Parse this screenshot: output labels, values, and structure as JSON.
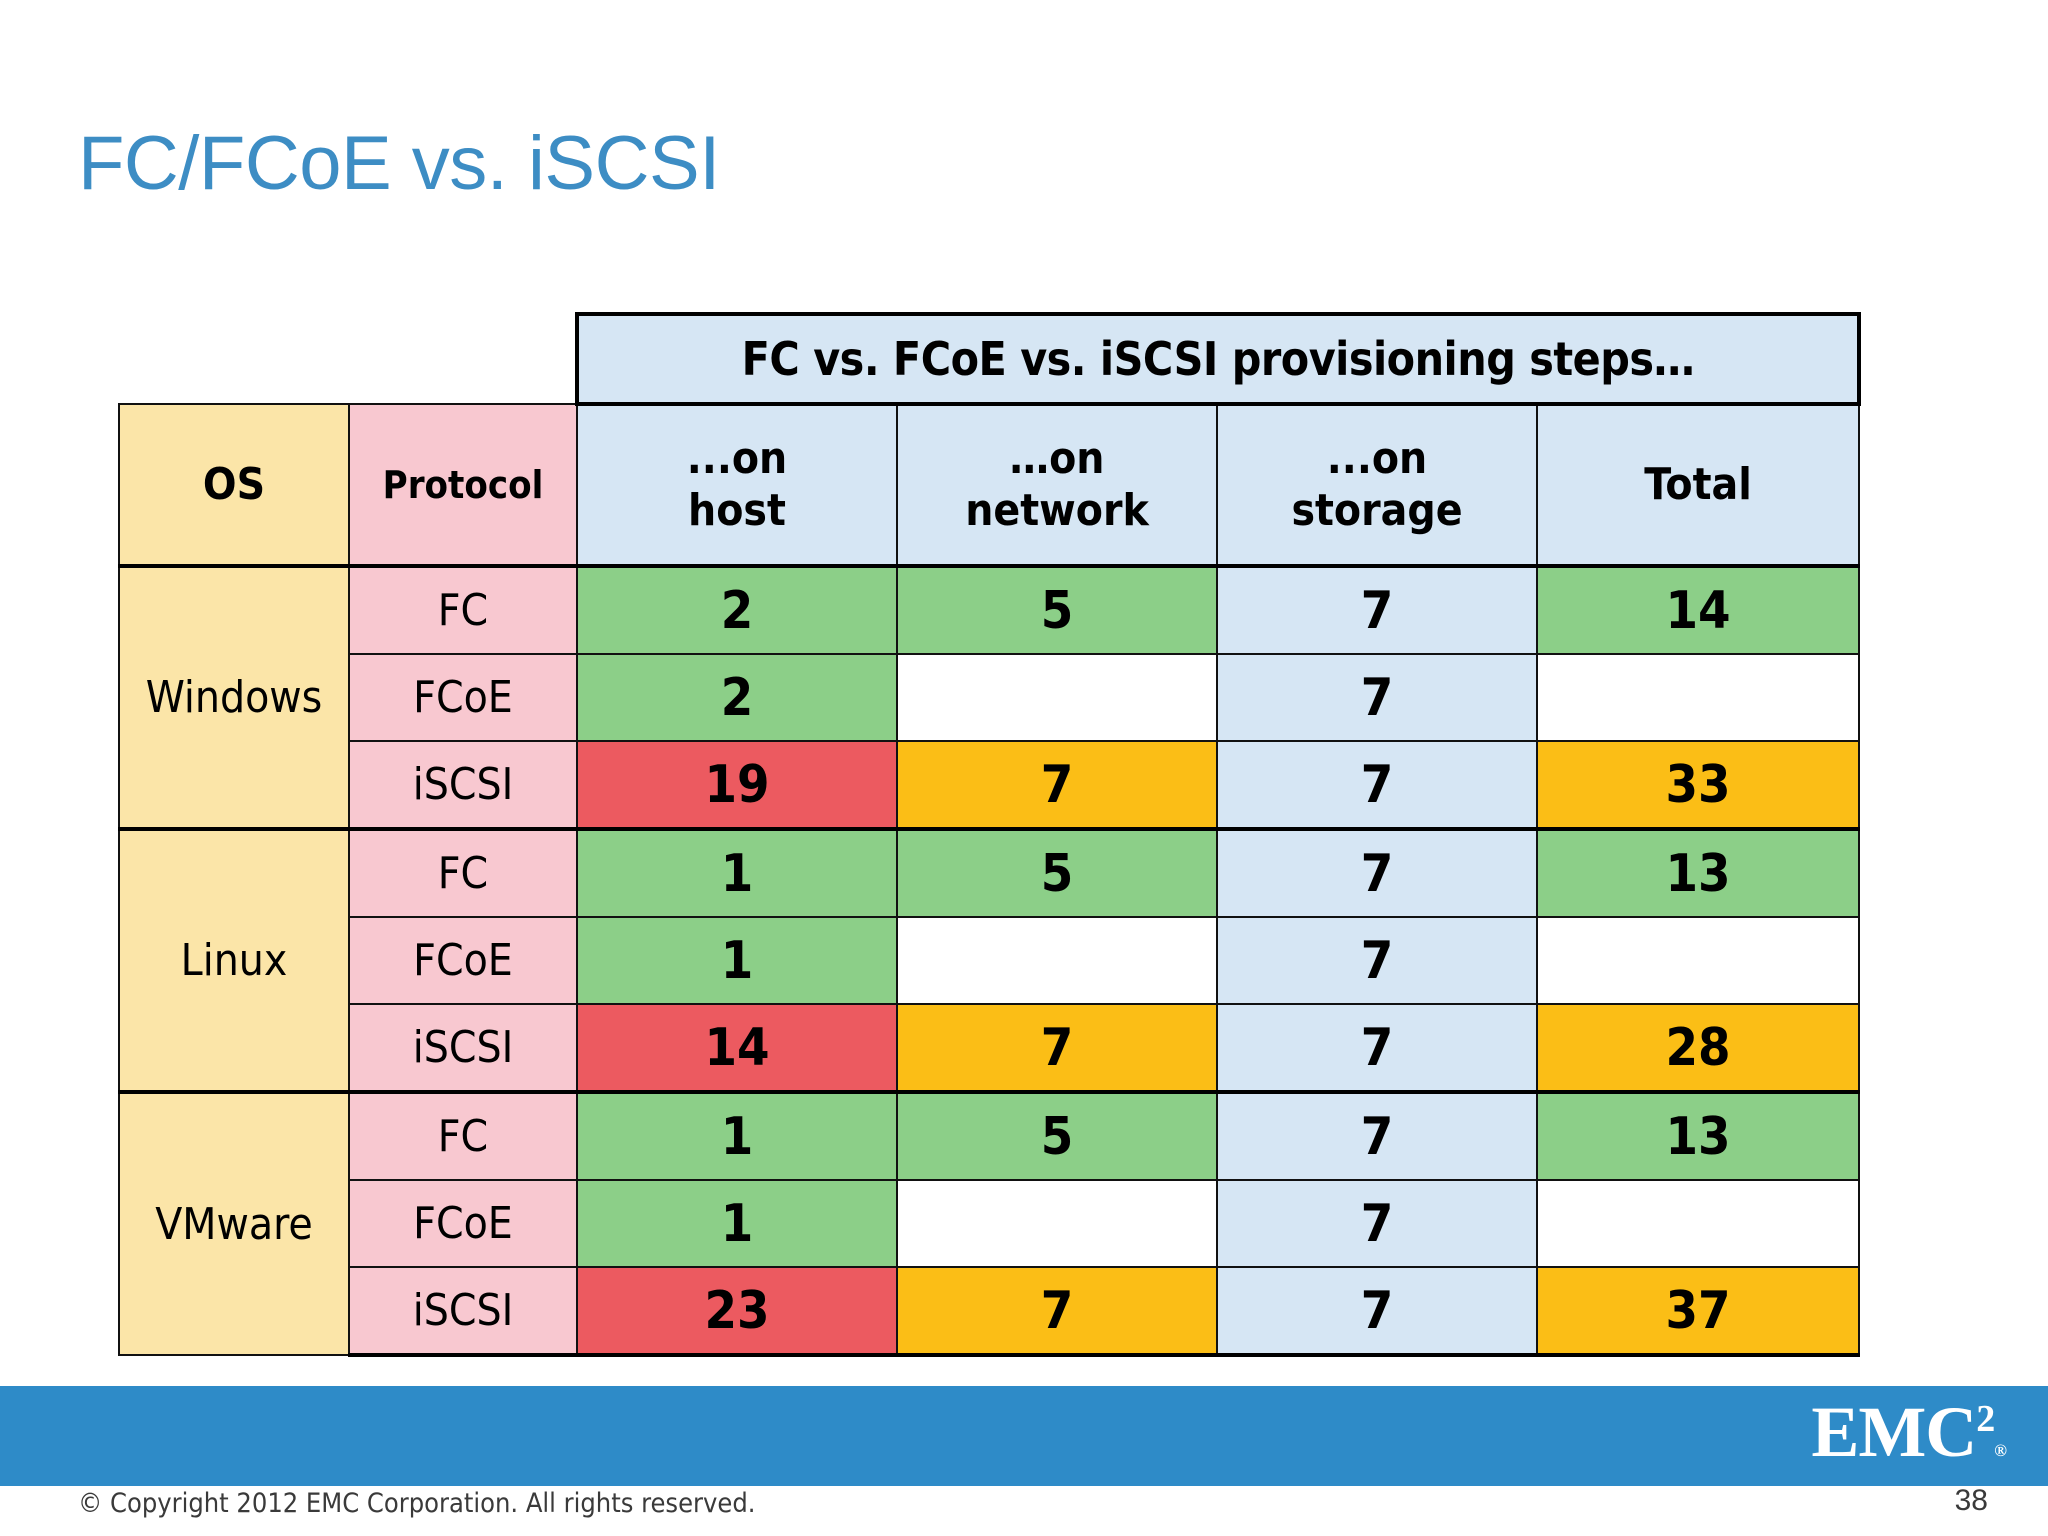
{
  "slide": {
    "title": "FC/FCoE vs. iSCSI",
    "title_color": "#3d8dc4",
    "page_number": "38"
  },
  "footer": {
    "copyright": "© Copyright 2012 EMC Corporation. All rights reserved.",
    "logo_text": "EMC",
    "logo_superscript": "2",
    "logo_registered": "®",
    "bar_color": "#2e8bc8"
  },
  "chart_data": {
    "type": "table",
    "title": "FC vs. FCoE vs. iSCSI provisioning steps…",
    "group_header_label": "FC vs. FCoE vs. iSCSI provisioning steps…",
    "columns": [
      "OS",
      "Protocol",
      "...on host",
      "…on network",
      "...on storage",
      "Total"
    ],
    "column_headers": {
      "os": "OS",
      "protocol": "Protocol",
      "host": "...on\nhost",
      "host_line1": "...on",
      "host_line2": "host",
      "network_line1": "…on",
      "network_line2": "network",
      "storage_line1": "...on",
      "storage_line2": "storage",
      "total": "Total"
    },
    "colors": {
      "os_header": "#fbe5a8",
      "protocol_header": "#f8c8d0",
      "data_header": "#d6e6f4",
      "good": "#8ccf88",
      "bad": "#ec5a60",
      "warn": "#fbbe16",
      "neutral": "#d6e6f4",
      "empty": "#ffffff"
    },
    "groups": [
      {
        "os": "Windows",
        "rows": [
          {
            "protocol": "FC",
            "host": "2",
            "host_color": "good",
            "network": "5",
            "network_color": "good",
            "storage": "7",
            "storage_color": "neutral",
            "total": "14",
            "total_color": "good"
          },
          {
            "protocol": "FCoE",
            "host": "2",
            "host_color": "good",
            "network": "",
            "network_color": "empty",
            "storage": "7",
            "storage_color": "neutral",
            "total": "",
            "total_color": "empty"
          },
          {
            "protocol": "iSCSI",
            "host": "19",
            "host_color": "bad",
            "network": "7",
            "network_color": "warn",
            "storage": "7",
            "storage_color": "neutral",
            "total": "33",
            "total_color": "warn"
          }
        ]
      },
      {
        "os": "Linux",
        "rows": [
          {
            "protocol": "FC",
            "host": "1",
            "host_color": "good",
            "network": "5",
            "network_color": "good",
            "storage": "7",
            "storage_color": "neutral",
            "total": "13",
            "total_color": "good"
          },
          {
            "protocol": "FCoE",
            "host": "1",
            "host_color": "good",
            "network": "",
            "network_color": "empty",
            "storage": "7",
            "storage_color": "neutral",
            "total": "",
            "total_color": "empty"
          },
          {
            "protocol": "iSCSI",
            "host": "14",
            "host_color": "bad",
            "network": "7",
            "network_color": "warn",
            "storage": "7",
            "storage_color": "neutral",
            "total": "28",
            "total_color": "warn"
          }
        ]
      },
      {
        "os": "VMware",
        "rows": [
          {
            "protocol": "FC",
            "host": "1",
            "host_color": "good",
            "network": "5",
            "network_color": "good",
            "storage": "7",
            "storage_color": "neutral",
            "total": "13",
            "total_color": "good"
          },
          {
            "protocol": "FCoE",
            "host": "1",
            "host_color": "good",
            "network": "",
            "network_color": "empty",
            "storage": "7",
            "storage_color": "neutral",
            "total": "",
            "total_color": "empty"
          },
          {
            "protocol": "iSCSI",
            "host": "23",
            "host_color": "bad",
            "network": "7",
            "network_color": "warn",
            "storage": "7",
            "storage_color": "neutral",
            "total": "37",
            "total_color": "warn"
          }
        ]
      }
    ]
  }
}
